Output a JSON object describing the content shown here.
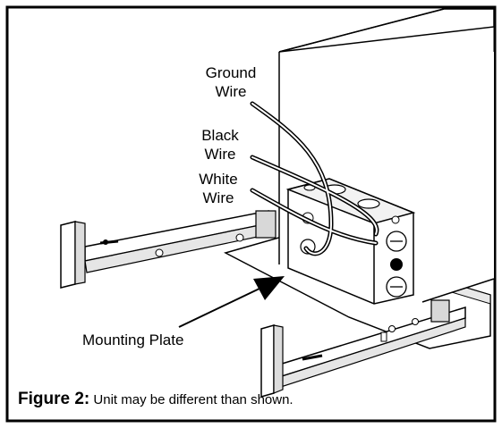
{
  "labels": {
    "ground": [
      "Ground",
      "Wire"
    ],
    "black": [
      "Black",
      "Wire"
    ],
    "white": [
      "White",
      "Wire"
    ],
    "mounting_plate": "Mounting Plate"
  },
  "caption": {
    "figure": "Figure 2:",
    "text": "Unit may be different than shown."
  }
}
